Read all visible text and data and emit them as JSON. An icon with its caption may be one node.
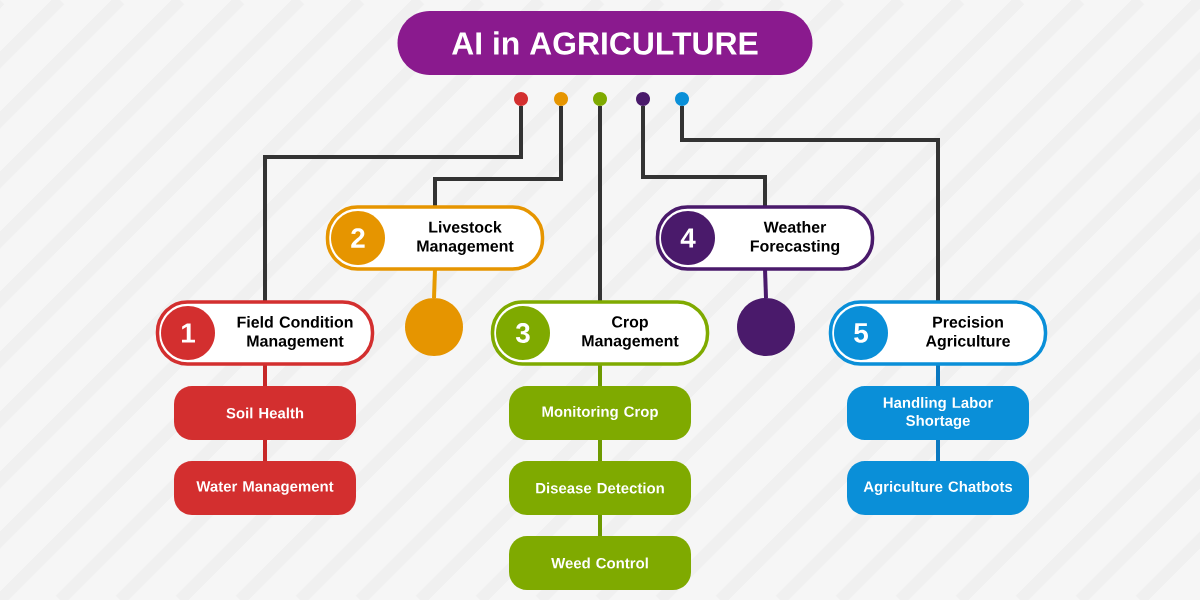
{
  "diagram": {
    "title": "AI in AGRICULTURE",
    "nodes": [
      {
        "text": [],
        "shape": "circle"
      },
      {
        "text": [],
        "shape": "circle"
      },
      {
        "text": [],
        "shape": "circle"
      },
      {
        "text": [],
        "shape": "circle"
      },
      {
        "text": [],
        "shape": "circle"
      },
      {
        "text": [
          "1",
          "Field Condition Management"
        ]
      },
      {
        "text": [
          "Soil Health"
        ]
      },
      {
        "text": [
          "Water Management"
        ]
      },
      {
        "text": [
          "2",
          "Livestock Management"
        ]
      },
      {
        "text": [],
        "shape": "circle"
      },
      {
        "text": [
          "3",
          "Crop Management"
        ]
      },
      {
        "text": [
          "Monitoring Crop"
        ]
      },
      {
        "text": [
          "Disease Detection"
        ]
      },
      {
        "text": [
          "Weed Control"
        ]
      },
      {
        "text": [
          "4",
          "Weather Forecasting"
        ]
      },
      {
        "text": [],
        "shape": "circle"
      },
      {
        "text": [
          "5",
          "Precision Agriculture"
        ]
      },
      {
        "text": [
          "Handling Labor Shortage"
        ]
      },
      {
        "text": [
          "Agriculture Chatbots"
        ]
      }
    ],
    "edges": [
      {
        "from": 0,
        "to": 5,
        "arrow": "none",
        "color": "#333333"
      },
      {
        "from": 1,
        "to": 8,
        "arrow": "none",
        "color": "#333333"
      },
      {
        "from": 2,
        "to": 10,
        "arrow": "none",
        "color": "#333333"
      },
      {
        "from": 3,
        "to": 14,
        "arrow": "none",
        "color": "#333333"
      },
      {
        "from": 4,
        "to": 16,
        "arrow": "none",
        "color": "#333333"
      },
      {
        "from": 5,
        "to": 6,
        "arrow": "none",
        "color": "#c62828"
      },
      {
        "from": 6,
        "to": 7,
        "arrow": "none",
        "color": "#c62828"
      },
      {
        "from": 8,
        "to": 9,
        "arrow": "none",
        "color": "#e69a00"
      },
      {
        "from": 10,
        "to": 11,
        "arrow": "none",
        "color": "#6e9a00"
      },
      {
        "from": 11,
        "to": 12,
        "arrow": "none",
        "color": "#6e9a00"
      },
      {
        "from": 12,
        "to": 13,
        "arrow": "none",
        "color": "#6e9a00"
      },
      {
        "from": 14,
        "to": 15,
        "arrow": "none",
        "color": "#4a1a6b"
      },
      {
        "from": 16,
        "to": 17,
        "arrow": "none",
        "color": "#0a78c0"
      },
      {
        "from": 17,
        "to": 18,
        "arrow": "none",
        "color": "#0a78c0"
      }
    ]
  }
}
